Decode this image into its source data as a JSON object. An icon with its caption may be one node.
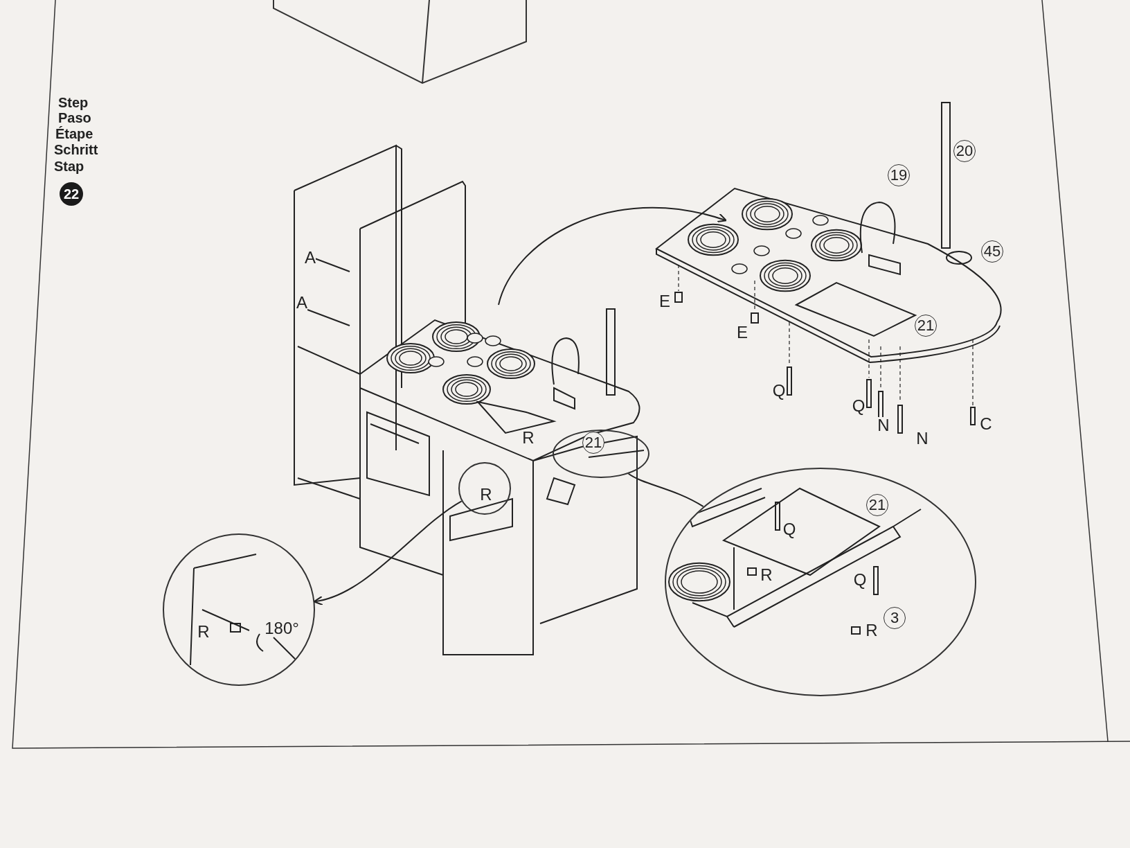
{
  "diagram": {
    "nodes": [
      {
        "text": [],
        "shape": "picture"
      },
      {
        "text": [],
        "shape": "picture"
      },
      {
        "text": [
          "21"
        ],
        "in": 0
      },
      {
        "text": [
          "R"
        ],
        "in": 0
      },
      {
        "text": [
          "R",
          "180°"
        ]
      },
      {
        "text": [
          "21",
          "Q",
          "R",
          "Q",
          "3",
          "R"
        ]
      }
    ],
    "edges": [
      {
        "from": 0,
        "to": 1,
        "arrow": "to"
      },
      {
        "from": 3,
        "to": 4,
        "arrow": "to"
      },
      {
        "from": 2,
        "to": 5,
        "arrow": "none"
      }
    ],
    "labels": [
      "Step",
      "Paso",
      "Étape",
      "Schritt",
      "Stap",
      "22",
      "A",
      "A",
      "20",
      "19",
      "45",
      "E",
      "E",
      "21",
      "Q",
      "Q",
      "N",
      "N",
      "C",
      "R"
    ]
  }
}
